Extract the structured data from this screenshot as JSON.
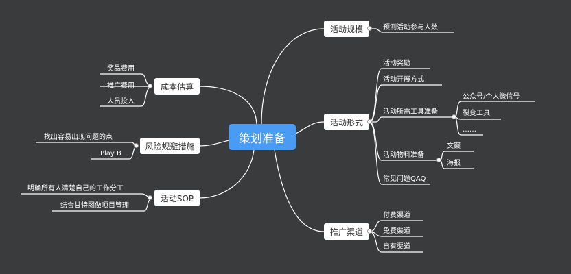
{
  "root": {
    "label": "策划准备"
  },
  "right": {
    "scale": {
      "label": "活动规模",
      "items": [
        "预测活动参与人数"
      ]
    },
    "form": {
      "label": "活动形式",
      "items": [
        "活动奖励",
        "活动开展方式",
        "活动所需工具准备",
        "活动物料准备",
        "常见问题QAQ"
      ],
      "tools": [
        "公众号/个人微信号",
        "裂变工具",
        "……"
      ],
      "materials": [
        "文案",
        "海报"
      ]
    },
    "channel": {
      "label": "推广渠道",
      "items": [
        "付费渠道",
        "免费渠道",
        "自有渠道"
      ]
    }
  },
  "left": {
    "cost": {
      "label": "成本估算",
      "items": [
        "奖品费用",
        "推广费用",
        "人员投入"
      ]
    },
    "risk": {
      "label": "风险规避措施",
      "items": [
        "找出容易出现问题的点",
        "Play B"
      ]
    },
    "sop": {
      "label": "活动SOP",
      "items": [
        "明确所有人清楚自己的工作分工",
        "结合甘特图做项目管理"
      ]
    }
  },
  "colors": {
    "background": "#3a3b3d",
    "root": "#4a9bf4",
    "branch": "#ffffff",
    "line": "#ffffff"
  }
}
